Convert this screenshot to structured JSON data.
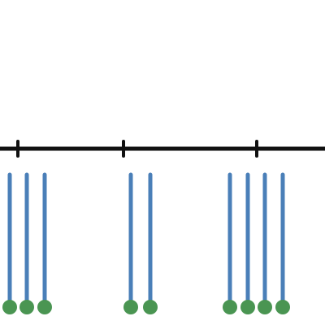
{
  "colors": {
    "background": "#ffffff",
    "axis": "#111111",
    "stem": "#4a7fb8",
    "dot": "#4a9552"
  },
  "diagram": {
    "timeline_tick_count": 3,
    "groups": [
      {
        "stem_count": 3
      },
      {
        "stem_count": 2
      },
      {
        "stem_count": 4
      }
    ]
  }
}
